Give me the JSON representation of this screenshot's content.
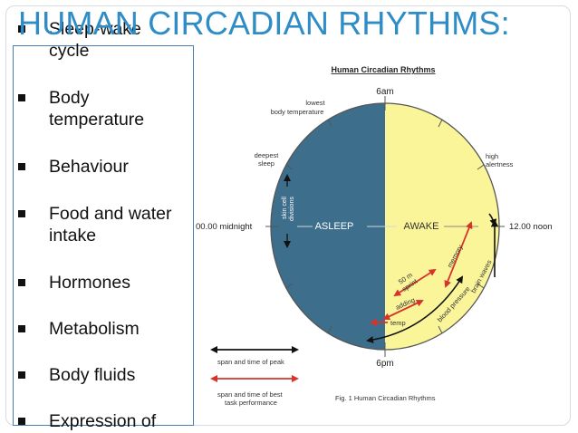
{
  "slide": {
    "title": "HUMAN CIRCADIAN RHYTHMS:",
    "bullets": [
      {
        "line1": "Sleep-wake",
        "line2": "cycle"
      },
      {
        "line1": "Body",
        "line2": "temperature"
      },
      {
        "line1": "Behaviour",
        "line2": ""
      },
      {
        "line1": "Food and water",
        "line2": "intake"
      },
      {
        "line1": "Hormones",
        "line2": ""
      },
      {
        "line1": "Metabolism",
        "line2": ""
      },
      {
        "line1": "Body fluids",
        "line2": ""
      },
      {
        "line1": "Expression of",
        "line2": ""
      }
    ]
  },
  "diagram": {
    "heading": "Human Circadian Rhythms",
    "labels": {
      "six_am": "6am",
      "six_pm": "6pm",
      "midnight": "00.00 midnight",
      "noon": "12.00 noon",
      "asleep": "ASLEEP",
      "awake": "AWAKE",
      "lowest_temp_1": "lowest",
      "lowest_temp_2": "body temperature",
      "deepest_1": "deepest",
      "deepest_2": "sleep",
      "high_1": "high",
      "high_2": "alertness",
      "skin_1": "skin cell",
      "skin_2": "divisions",
      "memory": "memory",
      "brain_waves": "brain waves",
      "sprint_1": "50 m",
      "sprint_2": "sprint",
      "adding": "adding",
      "temp": "temp",
      "blood_pressure": "blood pressure"
    },
    "legend": {
      "peak": "span and time of peak",
      "best_1": "span and time of best",
      "best_2": "task performance"
    },
    "caption": "Fig. 1 Human Circadian Rhythms",
    "colors": {
      "asleep": "#3d6e8c",
      "awake": "#fbf59a",
      "peak_arrow": "#111111",
      "best_arrow": "#d8322d"
    }
  }
}
